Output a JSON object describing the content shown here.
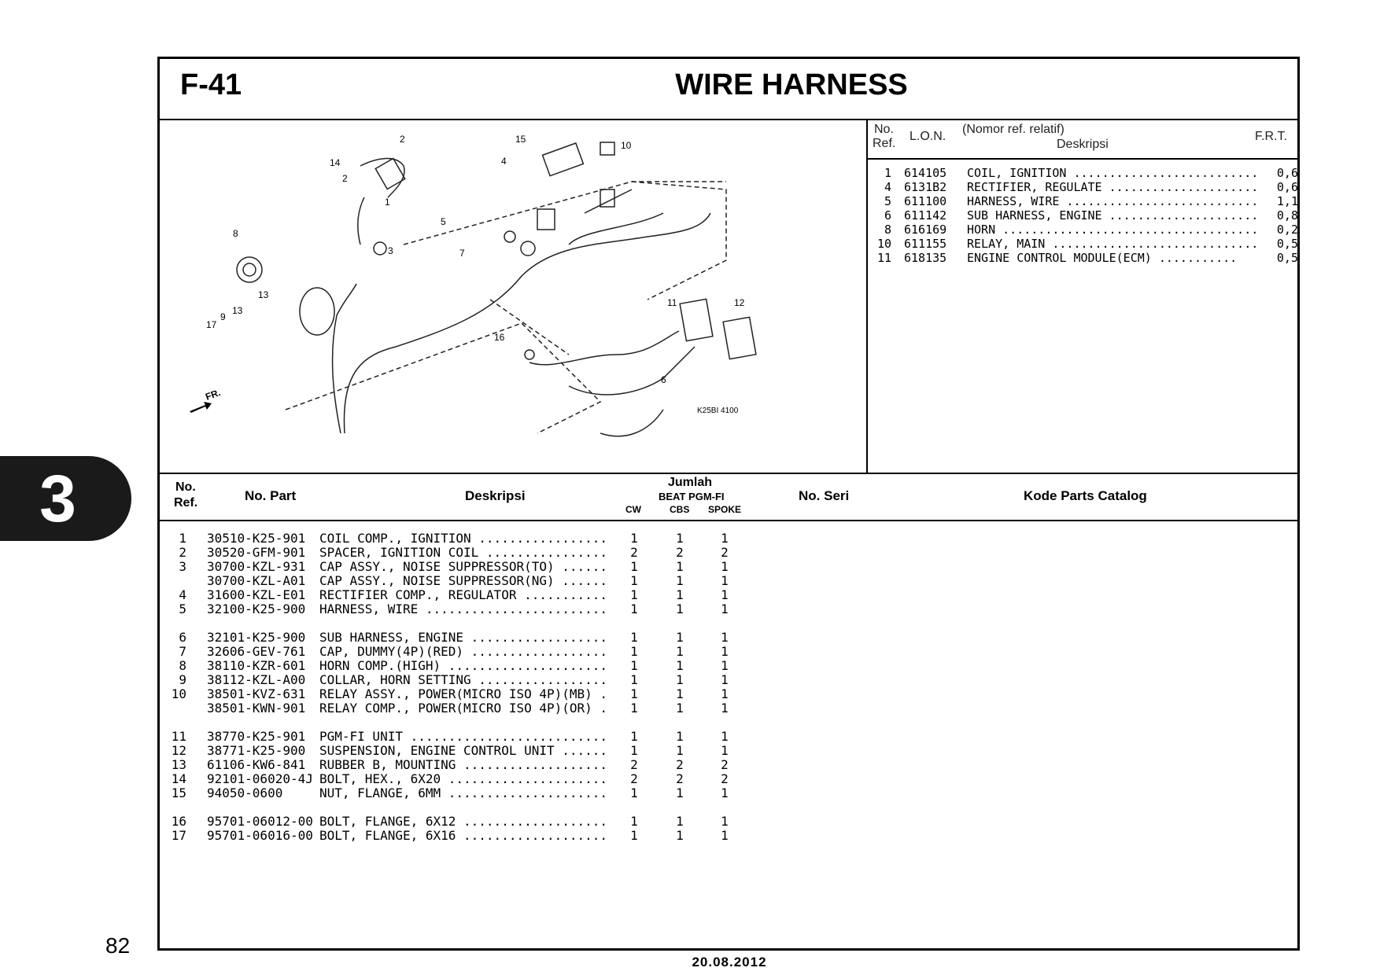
{
  "page": {
    "section": "F-41",
    "title": "WIRE HARNESS",
    "chapter_tab": "3",
    "page_number": "82",
    "date": "20.08.2012"
  },
  "diagram": {
    "code": "K25BI 4100",
    "fr_label": "FR.",
    "callouts": [
      "1",
      "2",
      "2",
      "3",
      "4",
      "5",
      "6",
      "7",
      "8",
      "9",
      "10",
      "11",
      "12",
      "13",
      "13",
      "14",
      "15",
      "16",
      "17"
    ]
  },
  "lon_table": {
    "head": {
      "no_ref_1": "No.",
      "no_ref_2": "Ref.",
      "lon": "L.O.N.",
      "nomor_ref": "(Nomor ref. relatif)",
      "deskripsi": "Deskripsi",
      "frt": "F.R.T."
    },
    "rows": [
      {
        "ref": "1",
        "code": "614105",
        "desc": "COIL, IGNITION ...........................",
        "frt": "0,6"
      },
      {
        "ref": "4",
        "code": "6131B2",
        "desc": "RECTIFIER, REGULATE ......................",
        "frt": "0,6"
      },
      {
        "ref": "5",
        "code": "611100",
        "desc": "HARNESS, WIRE ............................",
        "frt": "1,1"
      },
      {
        "ref": "6",
        "code": "611142",
        "desc": "SUB HARNESS, ENGINE ......................",
        "frt": "0,8"
      },
      {
        "ref": "8",
        "code": "616169",
        "desc": "HORN .....................................",
        "frt": "0,2"
      },
      {
        "ref": "10",
        "code": "611155",
        "desc": "RELAY, MAIN ..............................",
        "frt": "0,5"
      },
      {
        "ref": "11",
        "code": "618135",
        "desc": "ENGINE CONTROL MODULE(ECM) ...........",
        "frt": "0,5"
      }
    ]
  },
  "parts_table": {
    "head": {
      "no_ref_1": "No.",
      "no_ref_2": "Ref.",
      "no_part": "No. Part",
      "deskripsi": "Deskripsi",
      "jumlah": "Jumlah",
      "model": "BEAT PGM-FI",
      "cw": "CW",
      "cbs": "CBS",
      "spoke": "SPOKE",
      "no_seri": "No. Seri",
      "kode": "Kode Parts Catalog"
    },
    "rows": [
      {
        "ref": "1",
        "part": "30510-K25-901",
        "desc": "COIL COMP., IGNITION ......................",
        "cw": "1",
        "cbs": "1",
        "spoke": "1"
      },
      {
        "ref": "2",
        "part": "30520-GFM-901",
        "desc": "SPACER, IGNITION COIL ....................",
        "cw": "2",
        "cbs": "2",
        "spoke": "2"
      },
      {
        "ref": "3",
        "part": "30700-KZL-931",
        "desc": "CAP ASSY., NOISE SUPPRESSOR(TO) ............",
        "cw": "1",
        "cbs": "1",
        "spoke": "1"
      },
      {
        "ref": "",
        "part": "30700-KZL-A01",
        "desc": "CAP ASSY., NOISE SUPPRESSOR(NG) ............",
        "cw": "1",
        "cbs": "1",
        "spoke": "1"
      },
      {
        "ref": "4",
        "part": "31600-KZL-E01",
        "desc": "RECTIFIER COMP., REGULATOR ................",
        "cw": "1",
        "cbs": "1",
        "spoke": "1"
      },
      {
        "ref": "5",
        "part": "32100-K25-900",
        "desc": "HARNESS, WIRE ............................",
        "cw": "1",
        "cbs": "1",
        "spoke": "1"
      },
      {
        "ref": "6",
        "part": "32101-K25-900",
        "desc": "SUB HARNESS, ENGINE .......................",
        "cw": "1",
        "cbs": "1",
        "spoke": "1"
      },
      {
        "ref": "7",
        "part": "32606-GEV-761",
        "desc": "CAP, DUMMY(4P)(RED) .......................",
        "cw": "1",
        "cbs": "1",
        "spoke": "1"
      },
      {
        "ref": "8",
        "part": "38110-KZR-601",
        "desc": "HORN COMP.(HIGH) .........................",
        "cw": "1",
        "cbs": "1",
        "spoke": "1"
      },
      {
        "ref": "9",
        "part": "38112-KZL-A00",
        "desc": "COLLAR, HORN SETTING .....................",
        "cw": "1",
        "cbs": "1",
        "spoke": "1"
      },
      {
        "ref": "10",
        "part": "38501-KVZ-631",
        "desc": "RELAY ASSY., POWER(MICRO ISO 4P)(MB) .......",
        "cw": "1",
        "cbs": "1",
        "spoke": "1"
      },
      {
        "ref": "",
        "part": "38501-KWN-901",
        "desc": "RELAY COMP., POWER(MICRO ISO 4P)(OR) .......",
        "cw": "1",
        "cbs": "1",
        "spoke": "1"
      },
      {
        "ref": "11",
        "part": "38770-K25-901",
        "desc": "PGM-FI UNIT ..............................",
        "cw": "1",
        "cbs": "1",
        "spoke": "1"
      },
      {
        "ref": "12",
        "part": "38771-K25-900",
        "desc": "SUSPENSION, ENGINE CONTROL UNIT ............",
        "cw": "1",
        "cbs": "1",
        "spoke": "1"
      },
      {
        "ref": "13",
        "part": "61106-KW6-841",
        "desc": "RUBBER B, MOUNTING .......................",
        "cw": "2",
        "cbs": "2",
        "spoke": "2"
      },
      {
        "ref": "14",
        "part": "92101-06020-4J",
        "desc": "BOLT, HEX., 6X20 .........................",
        "cw": "2",
        "cbs": "2",
        "spoke": "2"
      },
      {
        "ref": "15",
        "part": "94050-0600",
        "desc": "NUT, FLANGE, 6MM ..........................",
        "cw": "1",
        "cbs": "1",
        "spoke": "1"
      },
      {
        "ref": "16",
        "part": "95701-06012-00",
        "desc": "BOLT, FLANGE, 6X12 ........................",
        "cw": "1",
        "cbs": "1",
        "spoke": "1"
      },
      {
        "ref": "17",
        "part": "95701-06016-00",
        "desc": "BOLT, FLANGE, 6X16 ........................",
        "cw": "1",
        "cbs": "1",
        "spoke": "1"
      }
    ]
  }
}
